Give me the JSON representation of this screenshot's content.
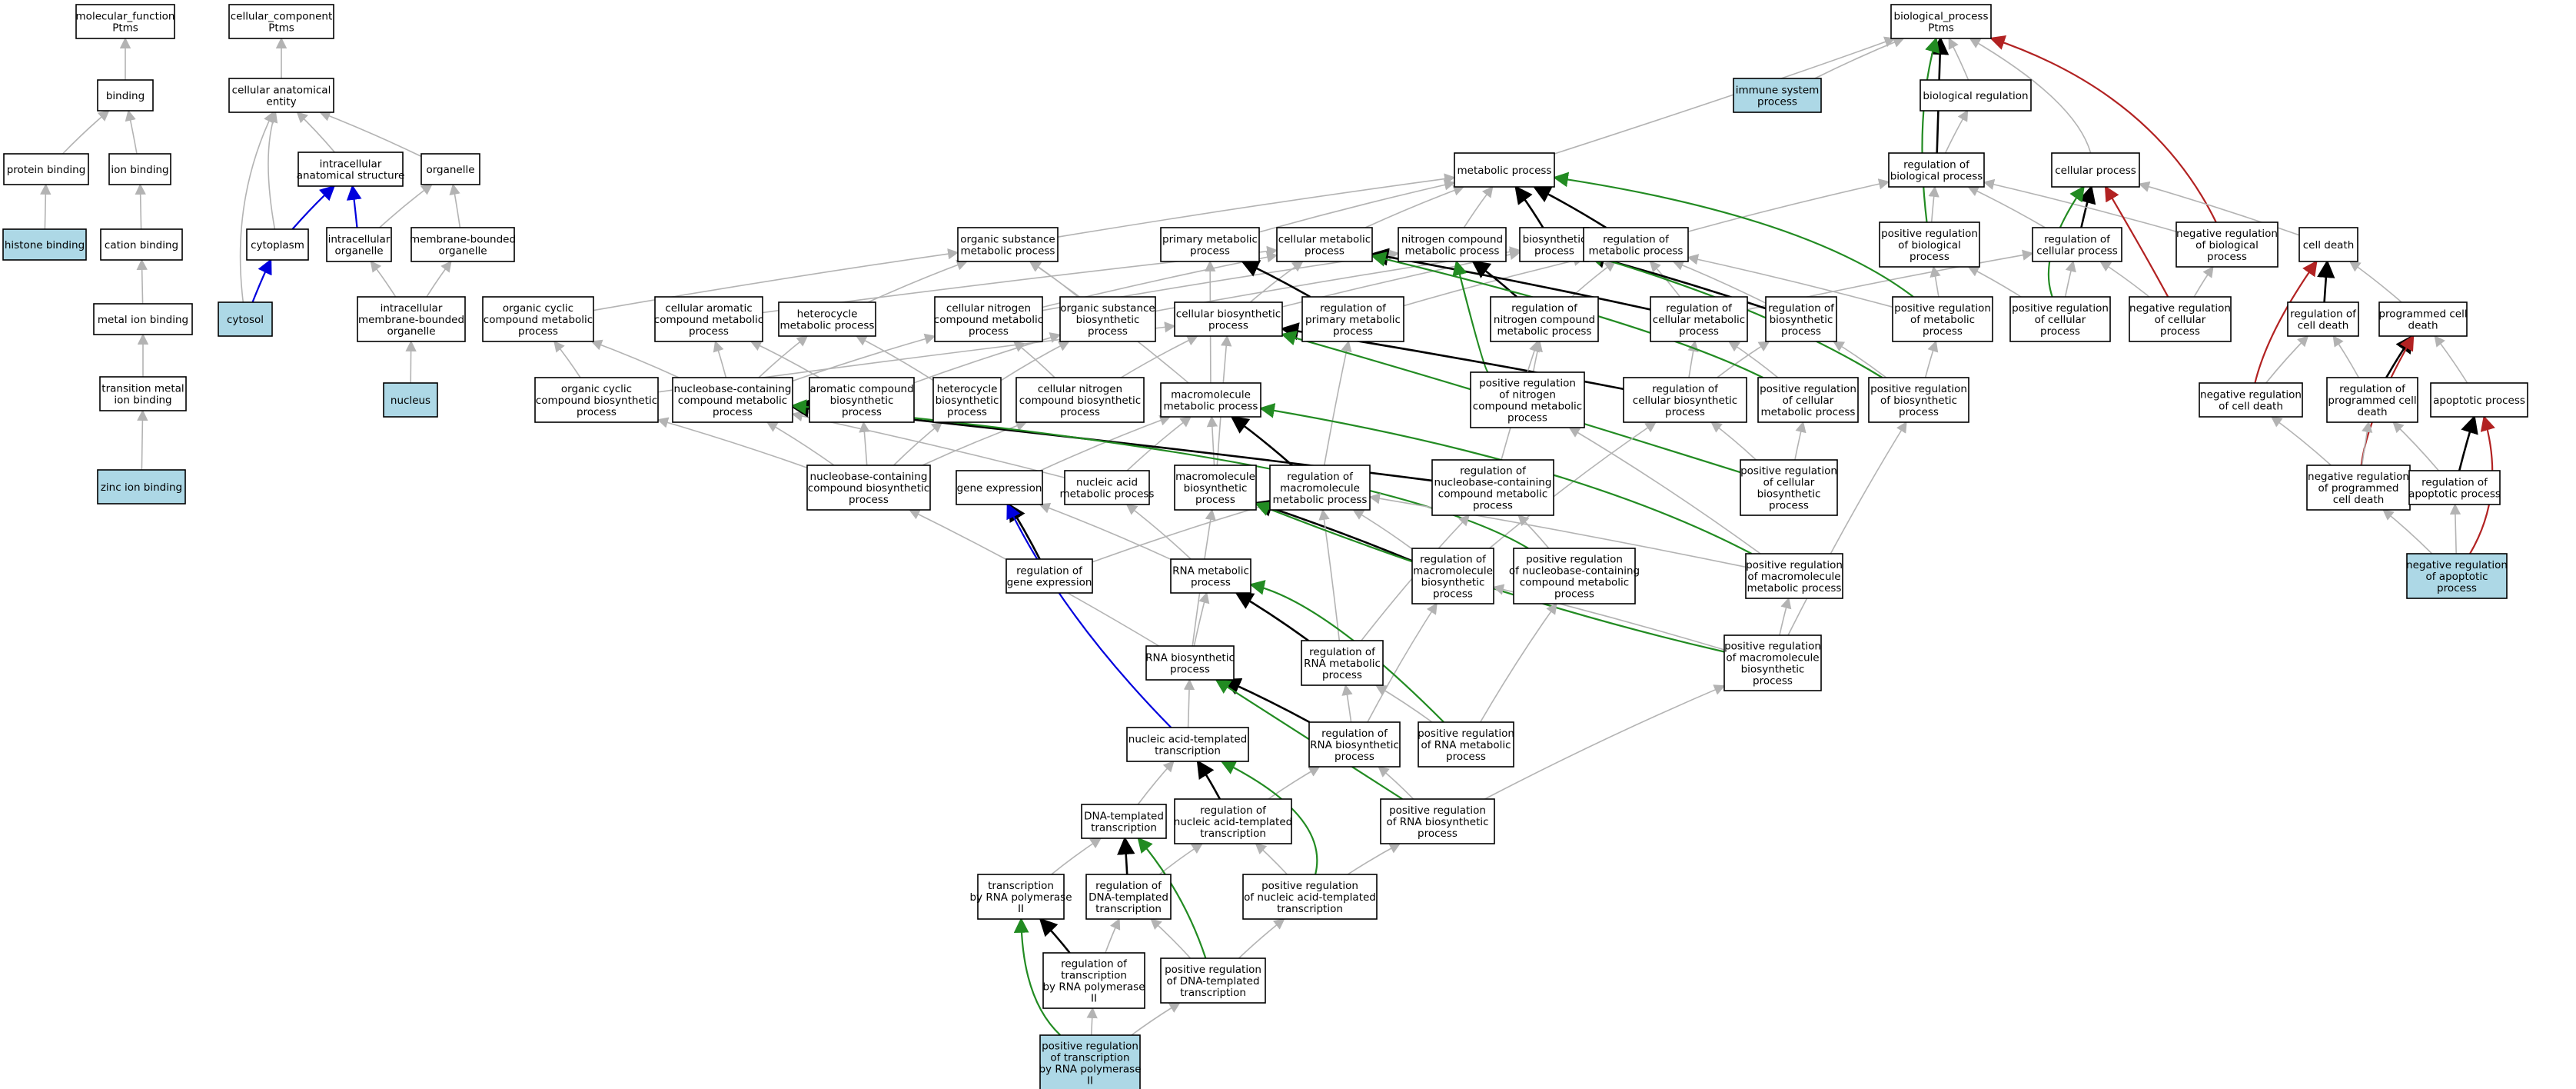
{
  "colors": {
    "node_fill": "#ffffff",
    "highlight_fill": "#add8e6",
    "edge_is_a": "#b3b3b3",
    "edge_regulates": "#000000",
    "edge_positive": "#228b22",
    "edge_negative": "#b22222",
    "edge_part_of": "#0000dd"
  },
  "nodes": [
    {
      "id": "mf",
      "lines": [
        "molecular_function",
        "Ptms"
      ],
      "highlight": false
    },
    {
      "id": "binding",
      "lines": [
        "binding"
      ],
      "highlight": false
    },
    {
      "id": "protein_binding",
      "lines": [
        "protein binding"
      ],
      "highlight": false
    },
    {
      "id": "ion_binding",
      "lines": [
        "ion binding"
      ],
      "highlight": false
    },
    {
      "id": "histone_binding",
      "lines": [
        "histone binding"
      ],
      "highlight": true
    },
    {
      "id": "cation_binding",
      "lines": [
        "cation binding"
      ],
      "highlight": false
    },
    {
      "id": "metal_ion_binding",
      "lines": [
        "metal ion binding"
      ],
      "highlight": false
    },
    {
      "id": "tm_ion_binding",
      "lines": [
        "transition metal",
        "ion binding"
      ],
      "highlight": false
    },
    {
      "id": "zinc_ion_binding",
      "lines": [
        "zinc ion binding"
      ],
      "highlight": true
    },
    {
      "id": "cc",
      "lines": [
        "cellular_component",
        "Ptms"
      ],
      "highlight": false
    },
    {
      "id": "cae",
      "lines": [
        "cellular anatomical",
        "entity"
      ],
      "highlight": false
    },
    {
      "id": "ias",
      "lines": [
        "intracellular",
        "anatomical structure"
      ],
      "highlight": false
    },
    {
      "id": "organelle",
      "lines": [
        "organelle"
      ],
      "highlight": false
    },
    {
      "id": "cytoplasm",
      "lines": [
        "cytoplasm"
      ],
      "highlight": false
    },
    {
      "id": "io",
      "lines": [
        "intracellular",
        "organelle"
      ],
      "highlight": false
    },
    {
      "id": "mbo",
      "lines": [
        "membrane-bounded",
        "organelle"
      ],
      "highlight": false
    },
    {
      "id": "cytosol",
      "lines": [
        "cytosol"
      ],
      "highlight": true
    },
    {
      "id": "imbo",
      "lines": [
        "intracellular",
        "membrane-bounded",
        "organelle"
      ],
      "highlight": false
    },
    {
      "id": "nucleus",
      "lines": [
        "nucleus"
      ],
      "highlight": true
    },
    {
      "id": "bp",
      "lines": [
        "biological_process",
        "Ptms"
      ],
      "highlight": false
    },
    {
      "id": "immune",
      "lines": [
        "immune system",
        "process"
      ],
      "highlight": true
    },
    {
      "id": "bioreg",
      "lines": [
        "biological regulation"
      ],
      "highlight": false
    },
    {
      "id": "metabolic",
      "lines": [
        "metabolic process"
      ],
      "highlight": false
    },
    {
      "id": "reg_bp",
      "lines": [
        "regulation of",
        "biological process"
      ],
      "highlight": false
    },
    {
      "id": "cellular",
      "lines": [
        "cellular process"
      ],
      "highlight": false
    },
    {
      "id": "osmp",
      "lines": [
        "organic substance",
        "metabolic process"
      ],
      "highlight": false
    },
    {
      "id": "pmp",
      "lines": [
        "primary metabolic",
        "process"
      ],
      "highlight": false
    },
    {
      "id": "cmp",
      "lines": [
        "cellular metabolic",
        "process"
      ],
      "highlight": false
    },
    {
      "id": "ncmp",
      "lines": [
        "nitrogen compound",
        "metabolic process"
      ],
      "highlight": false
    },
    {
      "id": "biosynth",
      "lines": [
        "biosynthetic",
        "process"
      ],
      "highlight": false
    },
    {
      "id": "reg_mp",
      "lines": [
        "regulation of",
        "metabolic process"
      ],
      "highlight": false
    },
    {
      "id": "pos_reg_bp",
      "lines": [
        "positive regulation",
        "of biological",
        "process"
      ],
      "highlight": false
    },
    {
      "id": "reg_cp",
      "lines": [
        "regulation of",
        "cellular process"
      ],
      "highlight": false
    },
    {
      "id": "neg_reg_bp",
      "lines": [
        "negative regulation",
        "of biological",
        "process"
      ],
      "highlight": false
    },
    {
      "id": "cell_death",
      "lines": [
        "cell death"
      ],
      "highlight": false
    },
    {
      "id": "occmp",
      "lines": [
        "organic cyclic",
        "compound metabolic",
        "process"
      ],
      "highlight": false
    },
    {
      "id": "cacmp",
      "lines": [
        "cellular aromatic",
        "compound metabolic",
        "process"
      ],
      "highlight": false
    },
    {
      "id": "hmp",
      "lines": [
        "heterocycle",
        "metabolic process"
      ],
      "highlight": false
    },
    {
      "id": "cncmp",
      "lines": [
        "cellular nitrogen",
        "compound metabolic",
        "process"
      ],
      "highlight": false
    },
    {
      "id": "osbp",
      "lines": [
        "organic substance",
        "biosynthetic",
        "process"
      ],
      "highlight": false
    },
    {
      "id": "cbp",
      "lines": [
        "cellular biosynthetic",
        "process"
      ],
      "highlight": false
    },
    {
      "id": "reg_pmp",
      "lines": [
        "regulation of",
        "primary metabolic",
        "process"
      ],
      "highlight": false
    },
    {
      "id": "reg_ncmp",
      "lines": [
        "regulation of",
        "nitrogen compound",
        "metabolic process"
      ],
      "highlight": false
    },
    {
      "id": "reg_cmp",
      "lines": [
        "regulation of",
        "cellular metabolic",
        "process"
      ],
      "highlight": false
    },
    {
      "id": "reg_biosynth",
      "lines": [
        "regulation of",
        "biosynthetic",
        "process"
      ],
      "highlight": false
    },
    {
      "id": "pos_reg_mp",
      "lines": [
        "positive regulation",
        "of metabolic",
        "process"
      ],
      "highlight": false
    },
    {
      "id": "pos_reg_cp",
      "lines": [
        "positive regulation",
        "of cellular",
        "process"
      ],
      "highlight": false
    },
    {
      "id": "neg_reg_cp",
      "lines": [
        "negative regulation",
        "of cellular",
        "process"
      ],
      "highlight": false
    },
    {
      "id": "reg_cell_death",
      "lines": [
        "regulation of",
        "cell death"
      ],
      "highlight": false
    },
    {
      "id": "pcd",
      "lines": [
        "programmed cell",
        "death"
      ],
      "highlight": false
    },
    {
      "id": "occbp",
      "lines": [
        "organic cyclic",
        "compound biosynthetic",
        "process"
      ],
      "highlight": false
    },
    {
      "id": "nccmp",
      "lines": [
        "nucleobase-containing",
        "compound metabolic",
        "process"
      ],
      "highlight": false
    },
    {
      "id": "acbp",
      "lines": [
        "aromatic compound",
        "biosynthetic",
        "process"
      ],
      "highlight": false
    },
    {
      "id": "hbp",
      "lines": [
        "heterocycle",
        "biosynthetic",
        "process"
      ],
      "highlight": false
    },
    {
      "id": "cncbp",
      "lines": [
        "cellular nitrogen",
        "compound biosynthetic",
        "process"
      ],
      "highlight": false
    },
    {
      "id": "mmp",
      "lines": [
        "macromolecule",
        "metabolic process"
      ],
      "highlight": false
    },
    {
      "id": "pos_reg_ncmp",
      "lines": [
        "positive regulation",
        "of nitrogen",
        "compound metabolic",
        "process"
      ],
      "highlight": false
    },
    {
      "id": "reg_cbp",
      "lines": [
        "regulation of",
        "cellular biosynthetic",
        "process"
      ],
      "highlight": false
    },
    {
      "id": "pos_reg_cmp",
      "lines": [
        "positive regulation",
        "of cellular",
        "metabolic process"
      ],
      "highlight": false
    },
    {
      "id": "pos_reg_biosynth",
      "lines": [
        "positive regulation",
        "of biosynthetic",
        "process"
      ],
      "highlight": false
    },
    {
      "id": "neg_reg_cell_death",
      "lines": [
        "negative regulation",
        "of cell death"
      ],
      "highlight": false
    },
    {
      "id": "reg_pcd",
      "lines": [
        "regulation of",
        "programmed cell",
        "death"
      ],
      "highlight": false
    },
    {
      "id": "apoptotic",
      "lines": [
        "apoptotic process"
      ],
      "highlight": false
    },
    {
      "id": "nccbp",
      "lines": [
        "nucleobase-containing",
        "compound biosynthetic",
        "process"
      ],
      "highlight": false
    },
    {
      "id": "gene_expr",
      "lines": [
        "gene expression"
      ],
      "highlight": false
    },
    {
      "id": "namp",
      "lines": [
        "nucleic acid",
        "metabolic process"
      ],
      "highlight": false
    },
    {
      "id": "mbp",
      "lines": [
        "macromolecule",
        "biosynthetic",
        "process"
      ],
      "highlight": false
    },
    {
      "id": "reg_mmp",
      "lines": [
        "regulation of",
        "macromolecule",
        "metabolic process"
      ],
      "highlight": false
    },
    {
      "id": "reg_nccmp",
      "lines": [
        "regulation of",
        "nucleobase-containing",
        "compound metabolic",
        "process"
      ],
      "highlight": false
    },
    {
      "id": "pos_reg_cbp",
      "lines": [
        "positive regulation",
        "of cellular",
        "biosynthetic",
        "process"
      ],
      "highlight": false
    },
    {
      "id": "neg_reg_pcd",
      "lines": [
        "negative regulation",
        "of programmed",
        "cell death"
      ],
      "highlight": false
    },
    {
      "id": "reg_apoptotic",
      "lines": [
        "regulation of",
        "apoptotic process"
      ],
      "highlight": false
    },
    {
      "id": "reg_gene_expr",
      "lines": [
        "regulation of",
        "gene expression"
      ],
      "highlight": false
    },
    {
      "id": "rna_mp",
      "lines": [
        "RNA metabolic",
        "process"
      ],
      "highlight": false
    },
    {
      "id": "reg_mbp",
      "lines": [
        "regulation of",
        "macromolecule",
        "biosynthetic",
        "process"
      ],
      "highlight": false
    },
    {
      "id": "pos_reg_nccmp",
      "lines": [
        "positive regulation",
        "of nucleobase-containing",
        "compound metabolic",
        "process"
      ],
      "highlight": false
    },
    {
      "id": "pos_reg_mmp",
      "lines": [
        "positive regulation",
        "of macromolecule",
        "metabolic process"
      ],
      "highlight": false
    },
    {
      "id": "neg_reg_apoptotic",
      "lines": [
        "negative regulation",
        "of apoptotic",
        "process"
      ],
      "highlight": true
    },
    {
      "id": "rna_bp",
      "lines": [
        "RNA biosynthetic",
        "process"
      ],
      "highlight": false
    },
    {
      "id": "reg_rna_mp",
      "lines": [
        "regulation of",
        "RNA metabolic",
        "process"
      ],
      "highlight": false
    },
    {
      "id": "pos_reg_mbp",
      "lines": [
        "positive regulation",
        "of macromolecule",
        "biosynthetic",
        "process"
      ],
      "highlight": false
    },
    {
      "id": "nat",
      "lines": [
        "nucleic acid-templated",
        "transcription"
      ],
      "highlight": false
    },
    {
      "id": "reg_rna_bp",
      "lines": [
        "regulation of",
        "RNA biosynthetic",
        "process"
      ],
      "highlight": false
    },
    {
      "id": "pos_reg_rna_mp",
      "lines": [
        "positive regulation",
        "of RNA metabolic",
        "process"
      ],
      "highlight": false
    },
    {
      "id": "dna_t",
      "lines": [
        "DNA-templated",
        "transcription"
      ],
      "highlight": false
    },
    {
      "id": "reg_nat",
      "lines": [
        "regulation of",
        "nucleic acid-templated",
        "transcription"
      ],
      "highlight": false
    },
    {
      "id": "pos_reg_rna_bp",
      "lines": [
        "positive regulation",
        "of RNA biosynthetic",
        "process"
      ],
      "highlight": false
    },
    {
      "id": "t_pol2",
      "lines": [
        "transcription",
        "by RNA polymerase",
        "II"
      ],
      "highlight": false
    },
    {
      "id": "reg_dna_t",
      "lines": [
        "regulation of",
        "DNA-templated",
        "transcription"
      ],
      "highlight": false
    },
    {
      "id": "pos_reg_nat",
      "lines": [
        "positive regulation",
        "of nucleic acid-templated",
        "transcription"
      ],
      "highlight": false
    },
    {
      "id": "reg_t_pol2",
      "lines": [
        "regulation of",
        "transcription",
        "by RNA polymerase",
        "II"
      ],
      "highlight": false
    },
    {
      "id": "pos_reg_dna_t",
      "lines": [
        "positive regulation",
        "of DNA-templated",
        "transcription"
      ],
      "highlight": false
    },
    {
      "id": "pos_reg_t_pol2",
      "lines": [
        "positive regulation",
        "of transcription",
        "by RNA polymerase",
        "II"
      ],
      "highlight": true
    }
  ]
}
